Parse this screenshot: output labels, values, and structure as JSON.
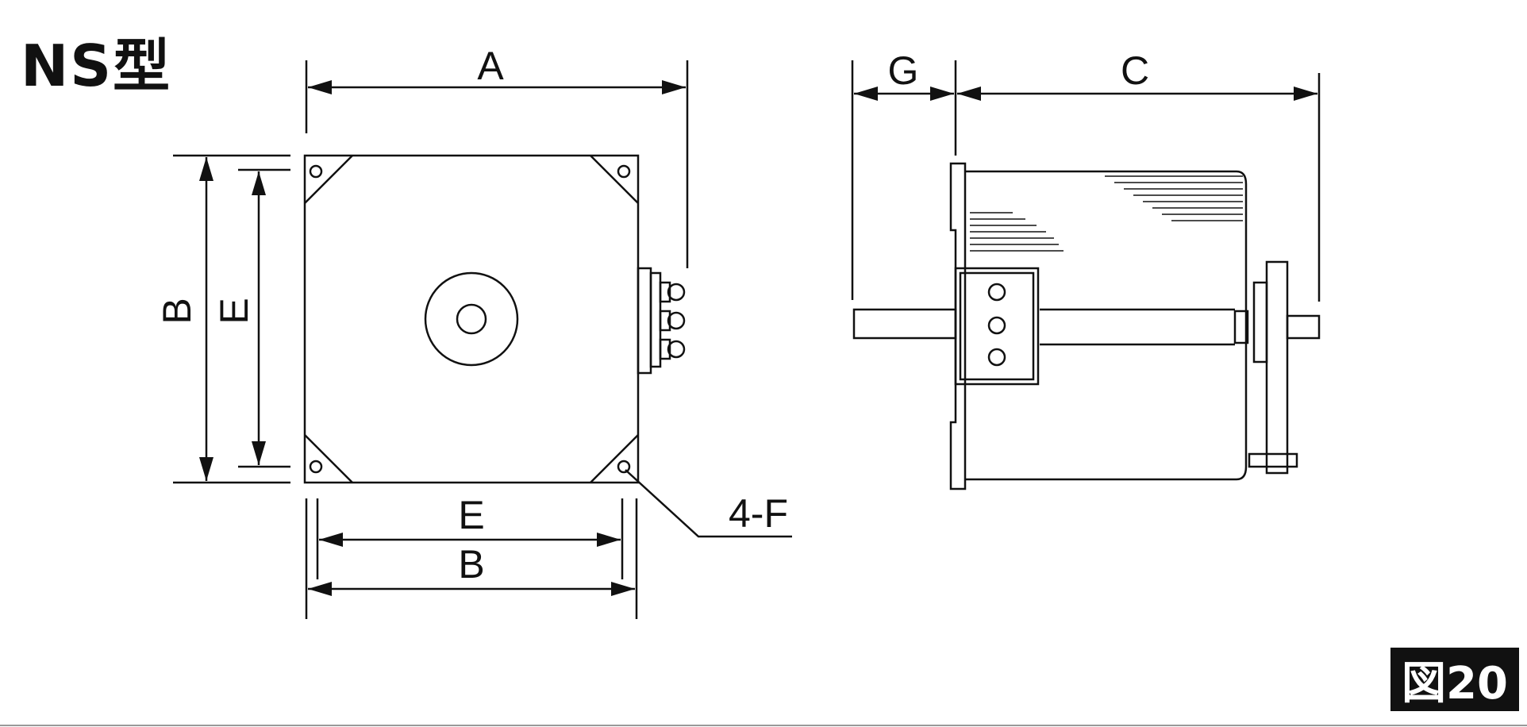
{
  "title": "NS型",
  "figure_label": "図20",
  "front_view": {
    "dim_width_label": "A",
    "dim_height_label": "B",
    "dim_mount_height_label": "E",
    "dim_mount_width_label": "E",
    "dim_base_width_label": "B",
    "hole_callout_label": "4-F"
  },
  "side_view": {
    "dim_shaft_label": "G",
    "dim_body_label": "C"
  },
  "colors": {
    "line": "#111111",
    "badge_bg": "#111111",
    "badge_text": "#ffffff"
  }
}
